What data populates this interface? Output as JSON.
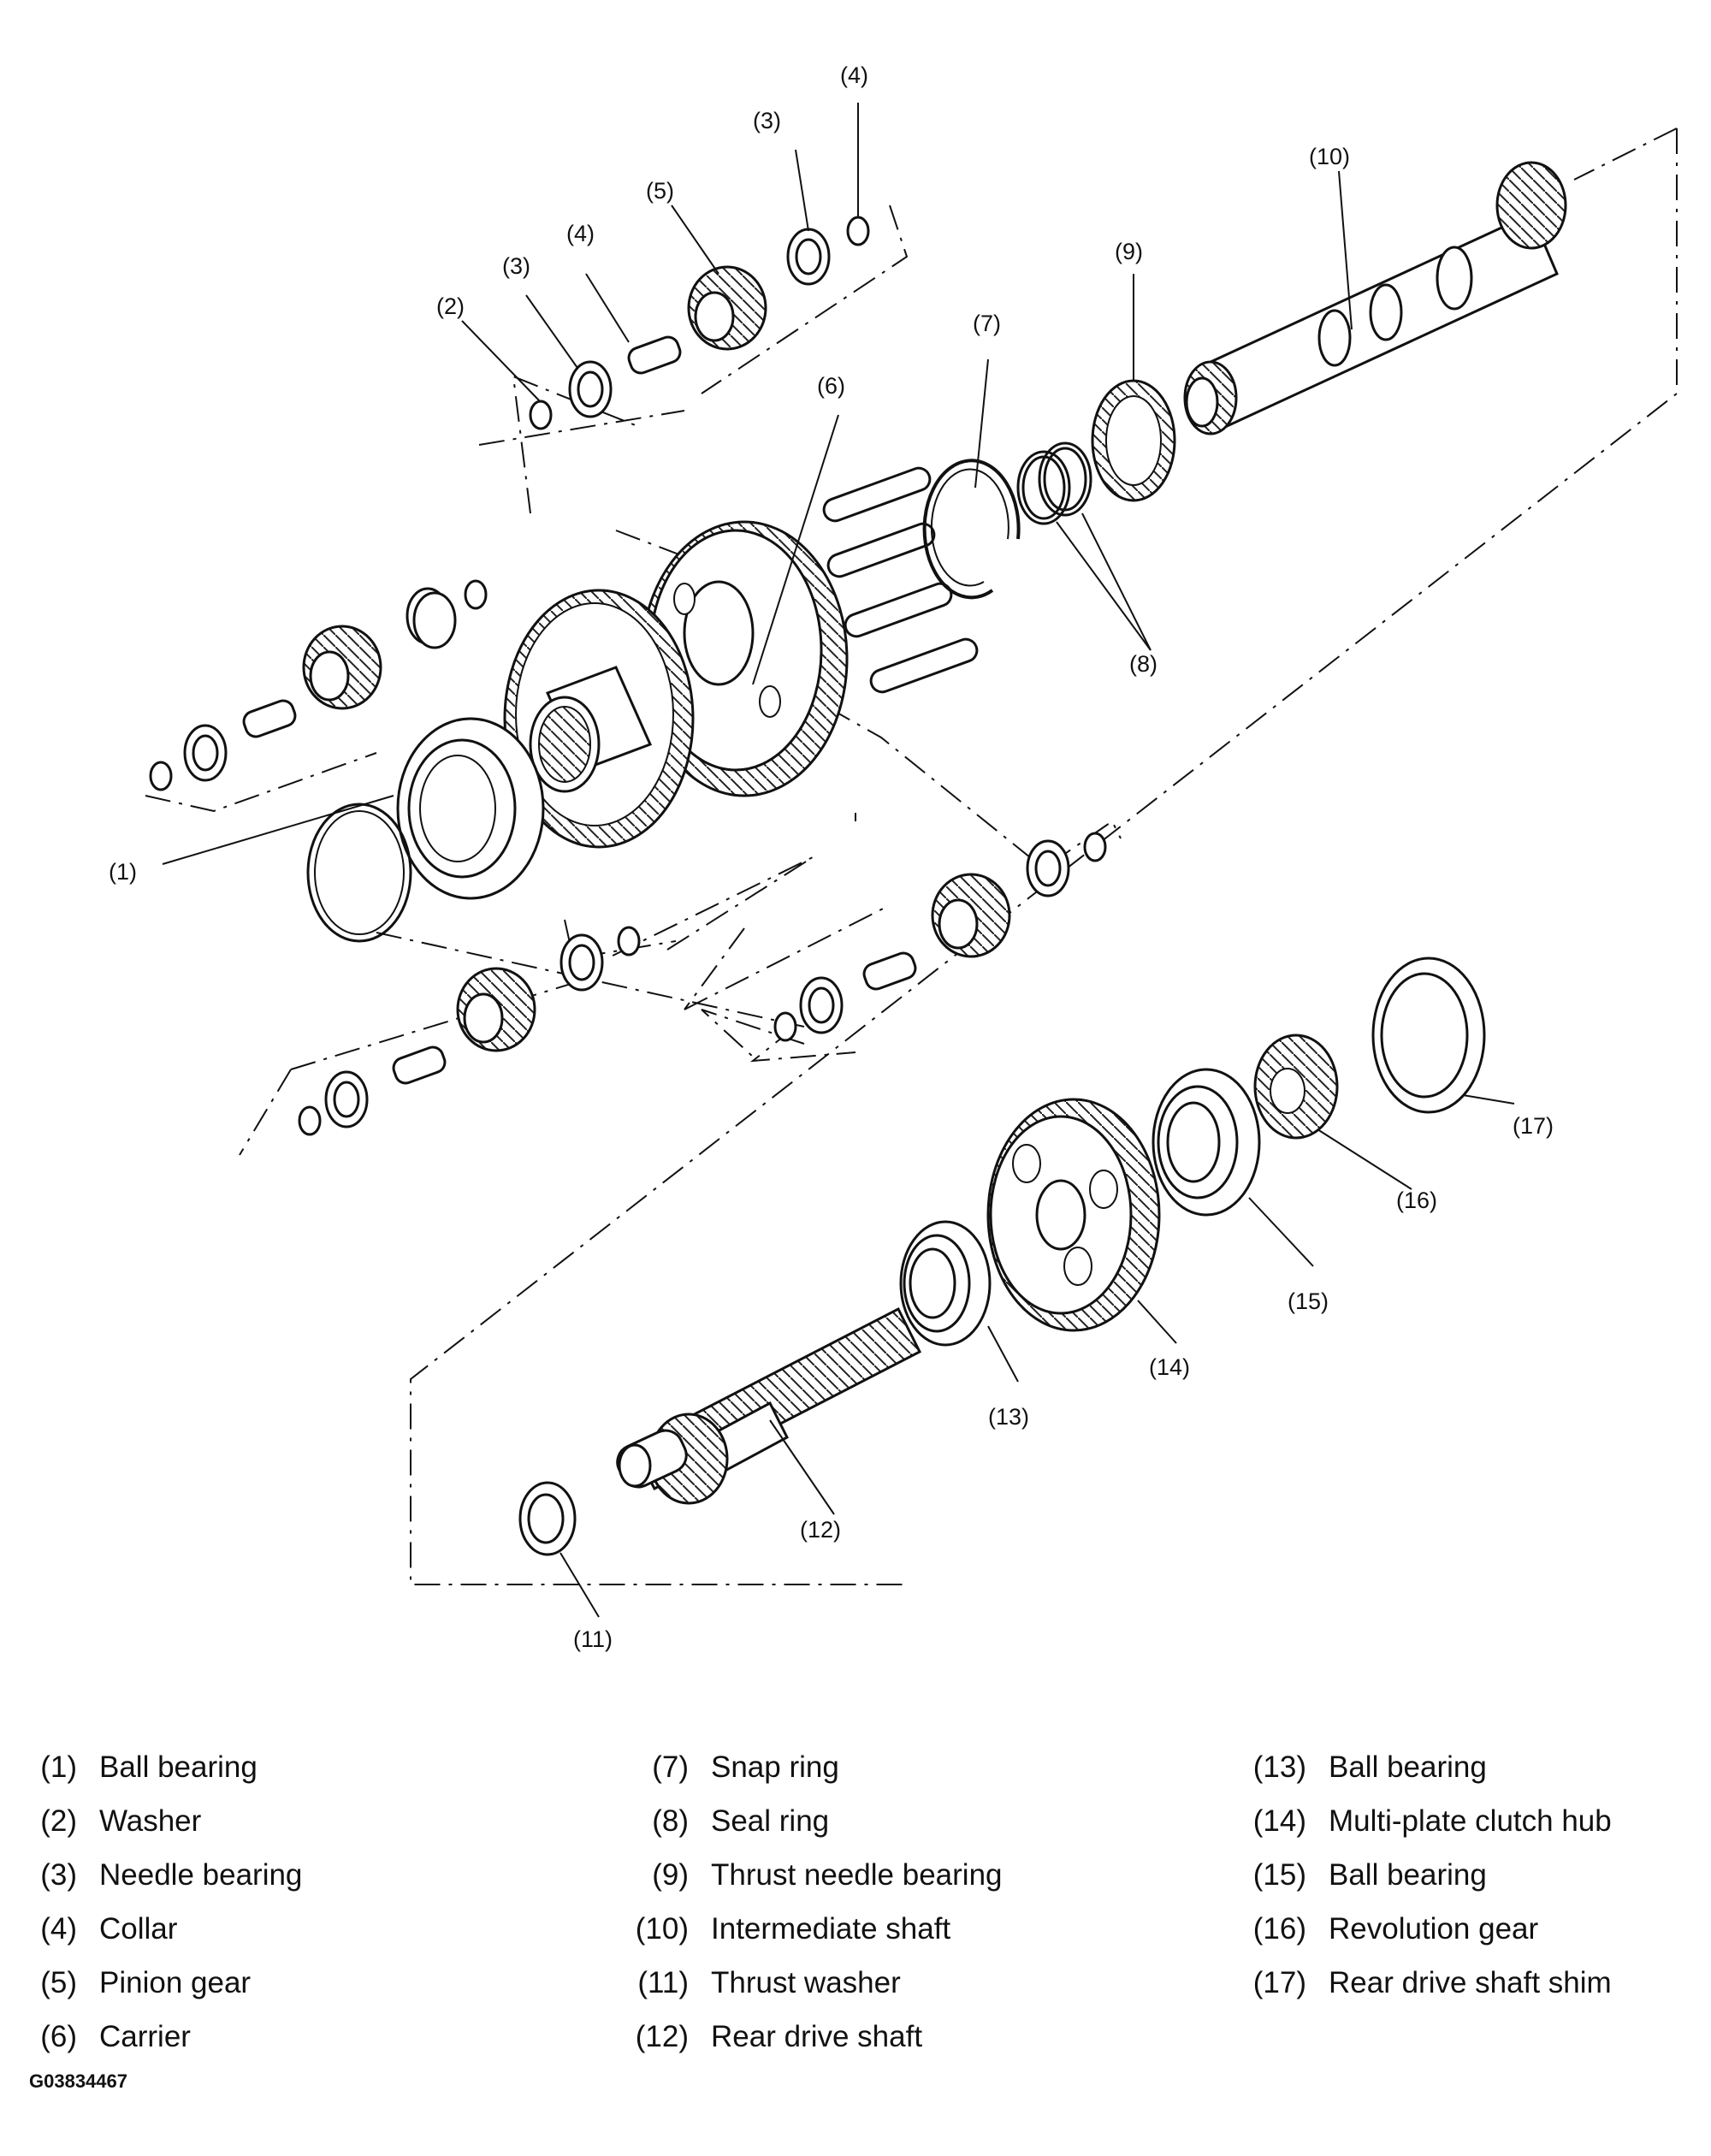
{
  "callouts": [
    "(1)",
    "(2)",
    "(3)",
    "(4)",
    "(5)",
    "(3)",
    "(4)",
    "(6)",
    "(7)",
    "(8)",
    "(9)",
    "(10)",
    "(11)",
    "(12)",
    "(13)",
    "(14)",
    "(15)",
    "(16)",
    "(17)"
  ],
  "legend": [
    {
      "num": "(1)",
      "name": "Ball bearing"
    },
    {
      "num": "(2)",
      "name": "Washer"
    },
    {
      "num": "(3)",
      "name": "Needle bearing"
    },
    {
      "num": "(4)",
      "name": "Collar"
    },
    {
      "num": "(5)",
      "name": "Pinion gear"
    },
    {
      "num": "(6)",
      "name": "Carrier"
    },
    {
      "num": "(7)",
      "name": "Snap ring"
    },
    {
      "num": "(8)",
      "name": "Seal ring"
    },
    {
      "num": "(9)",
      "name": "Thrust needle bearing"
    },
    {
      "num": "(10)",
      "name": "Intermediate shaft"
    },
    {
      "num": "(11)",
      "name": "Thrust washer"
    },
    {
      "num": "(12)",
      "name": "Rear drive shaft"
    },
    {
      "num": "(13)",
      "name": "Ball bearing"
    },
    {
      "num": "(14)",
      "name": "Multi-plate clutch hub"
    },
    {
      "num": "(15)",
      "name": "Ball bearing"
    },
    {
      "num": "(16)",
      "name": "Revolution gear"
    },
    {
      "num": "(17)",
      "name": "Rear drive shaft shim"
    }
  ],
  "figure_code": "G03834467"
}
